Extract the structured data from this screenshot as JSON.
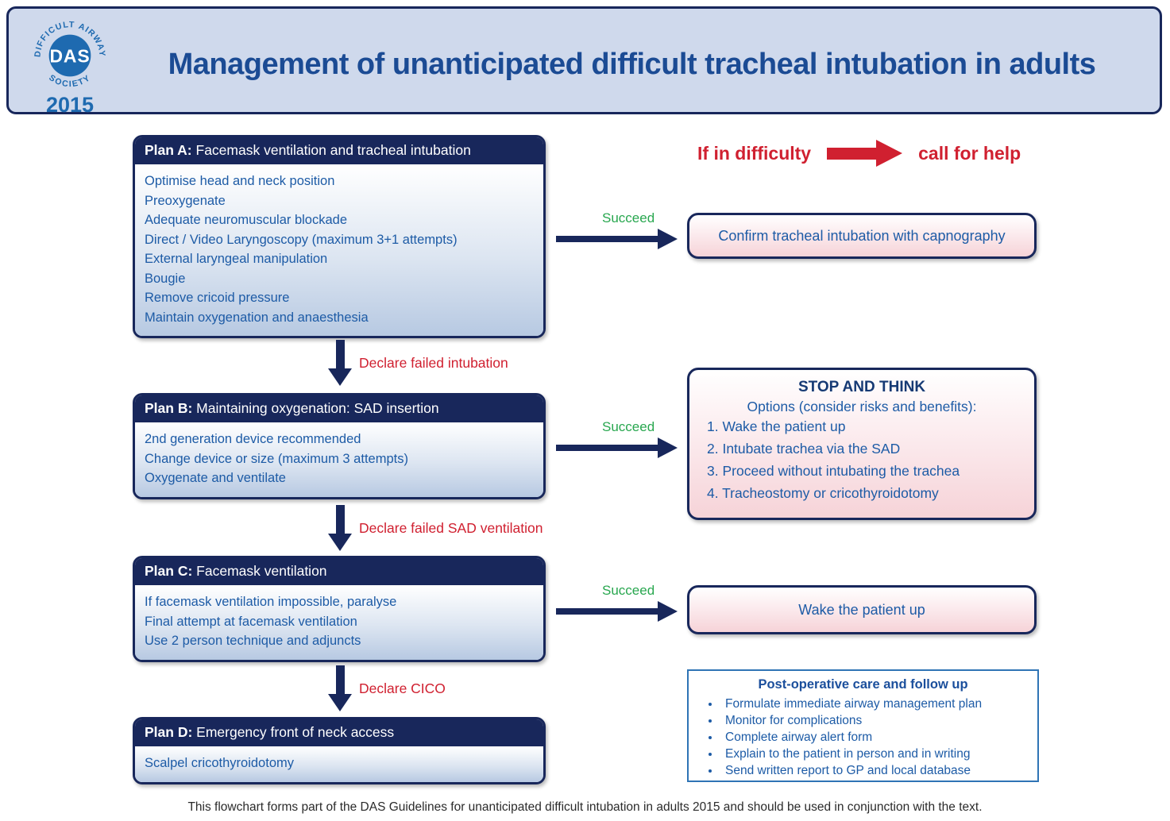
{
  "colors": {
    "navy": "#18275B",
    "body_text_blue": "#1D5BA6",
    "title_blue": "#1B4B94",
    "red": "#D02030",
    "green": "#28A74F",
    "banner_background": "#CFD9EC",
    "logo_blue": "#1E6AB0",
    "plan_gradient_end": "#B7C9E2",
    "outcome_gradient_end": "#F6D3D8",
    "postop_border": "#2F74B5"
  },
  "header": {
    "title": "Management of unanticipated difficult tracheal intubation in adults",
    "logo": {
      "arc_top": "DIFFICULT AIRWAY",
      "arc_bottom": "SOCIETY",
      "monogram": "DAS",
      "year": "2015"
    }
  },
  "difficulty": {
    "left": "If in difficulty",
    "right": "call for help"
  },
  "plans": [
    {
      "label": "Plan A:",
      "title": " Facemask ventilation and tracheal intubation",
      "items": [
        "Optimise head and neck position",
        "Preoxygenate",
        "Adequate neuromuscular blockade",
        "Direct / Video Laryngoscopy (maximum 3+1 attempts)",
        "External laryngeal manipulation",
        "Bougie",
        "Remove cricoid pressure",
        "Maintain oxygenation and anaesthesia"
      ]
    },
    {
      "label": "Plan B:",
      "title": " Maintaining oxygenation: SAD insertion",
      "items": [
        "2nd generation device recommended",
        "Change device or size (maximum 3 attempts)",
        "Oxygenate and ventilate"
      ]
    },
    {
      "label": "Plan C:",
      "title": " Facemask ventilation",
      "items": [
        "If facemask ventilation impossible, paralyse",
        "Final attempt at facemask ventilation",
        "Use 2 person technique and adjuncts"
      ]
    },
    {
      "label": "Plan D:",
      "title": " Emergency front of neck access",
      "items": [
        "Scalpel cricothyroidotomy"
      ]
    }
  ],
  "connectors": {
    "succeed": "Succeed",
    "declare_a": "Declare failed intubation",
    "declare_b": "Declare failed SAD ventilation",
    "declare_c": "Declare CICO"
  },
  "outcomes": {
    "confirm": "Confirm tracheal intubation with capnography",
    "stop_think": {
      "title": "STOP AND THINK",
      "subtitle": "Options (consider risks and benefits):",
      "options": [
        "1. Wake the patient up",
        "2. Intubate trachea via the SAD",
        "3. Proceed without intubating the trachea",
        "4. Tracheostomy or cricothyroidotomy"
      ]
    },
    "wake": "Wake the patient up",
    "postop": {
      "title": "Post-operative care and follow up",
      "items": [
        "Formulate immediate airway management plan",
        "Monitor for complications",
        "Complete airway alert form",
        "Explain to the patient in person and in writing",
        "Send written report to GP and local database"
      ]
    }
  },
  "footer": "This flowchart forms part of the DAS Guidelines for unanticipated difficult intubation in adults 2015 and should be used in conjunction with the text."
}
